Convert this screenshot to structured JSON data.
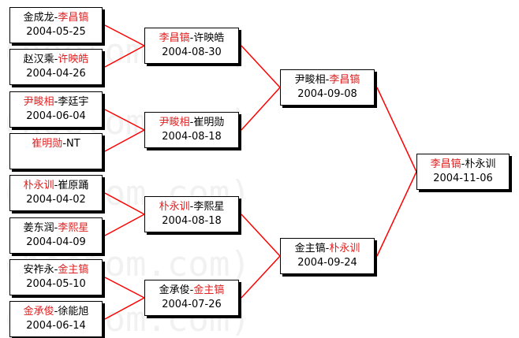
{
  "watermark": "(hoetom.com)",
  "rounds": [
    {
      "matches": [
        {
          "player_a": "金成龙",
          "player_b": "李昌镐",
          "winner": "b",
          "date": "2004-05-25"
        },
        {
          "player_a": "赵汉乘",
          "player_b": "许映皓",
          "winner": "b",
          "date": "2004-04-26"
        },
        {
          "player_a": "尹畯相",
          "player_b": "李廷宇",
          "winner": "a",
          "date": "2004-06-04"
        },
        {
          "player_a": "崔明勋",
          "player_b": "NT",
          "winner": "a",
          "date": ""
        },
        {
          "player_a": "朴永训",
          "player_b": "崔原踊",
          "winner": "a",
          "date": "2004-04-02"
        },
        {
          "player_a": "姜东润",
          "player_b": "李熙星",
          "winner": "b",
          "date": "2004-04-09"
        },
        {
          "player_a": "安祚永",
          "player_b": "金主镐",
          "winner": "b",
          "date": "2004-05-10"
        },
        {
          "player_a": "金承俊",
          "player_b": "徐能旭",
          "winner": "a",
          "date": "2004-06-14"
        }
      ]
    },
    {
      "matches": [
        {
          "player_a": "李昌镐",
          "player_b": "许映皓",
          "winner": "a",
          "date": "2004-08-30"
        },
        {
          "player_a": "尹畯相",
          "player_b": "崔明勋",
          "winner": "a",
          "date": "2004-08-18"
        },
        {
          "player_a": "朴永训",
          "player_b": "李熙星",
          "winner": "a",
          "date": "2004-08-18"
        },
        {
          "player_a": "金承俊",
          "player_b": "金主镐",
          "winner": "b",
          "date": "2004-07-26"
        }
      ]
    },
    {
      "matches": [
        {
          "player_a": "尹畯相",
          "player_b": "李昌镐",
          "winner": "b",
          "date": "2004-09-08"
        },
        {
          "player_a": "金主镐",
          "player_b": "朴永训",
          "winner": "b",
          "date": "2004-09-24"
        }
      ]
    },
    {
      "matches": [
        {
          "player_a": "李昌镐",
          "player_b": "朴永训",
          "winner": "a",
          "date": "2004-11-06"
        }
      ]
    }
  ],
  "colors": {
    "winner": "#e02020",
    "loser": "#000000",
    "connector": "#ff0000",
    "border": "#000000"
  }
}
